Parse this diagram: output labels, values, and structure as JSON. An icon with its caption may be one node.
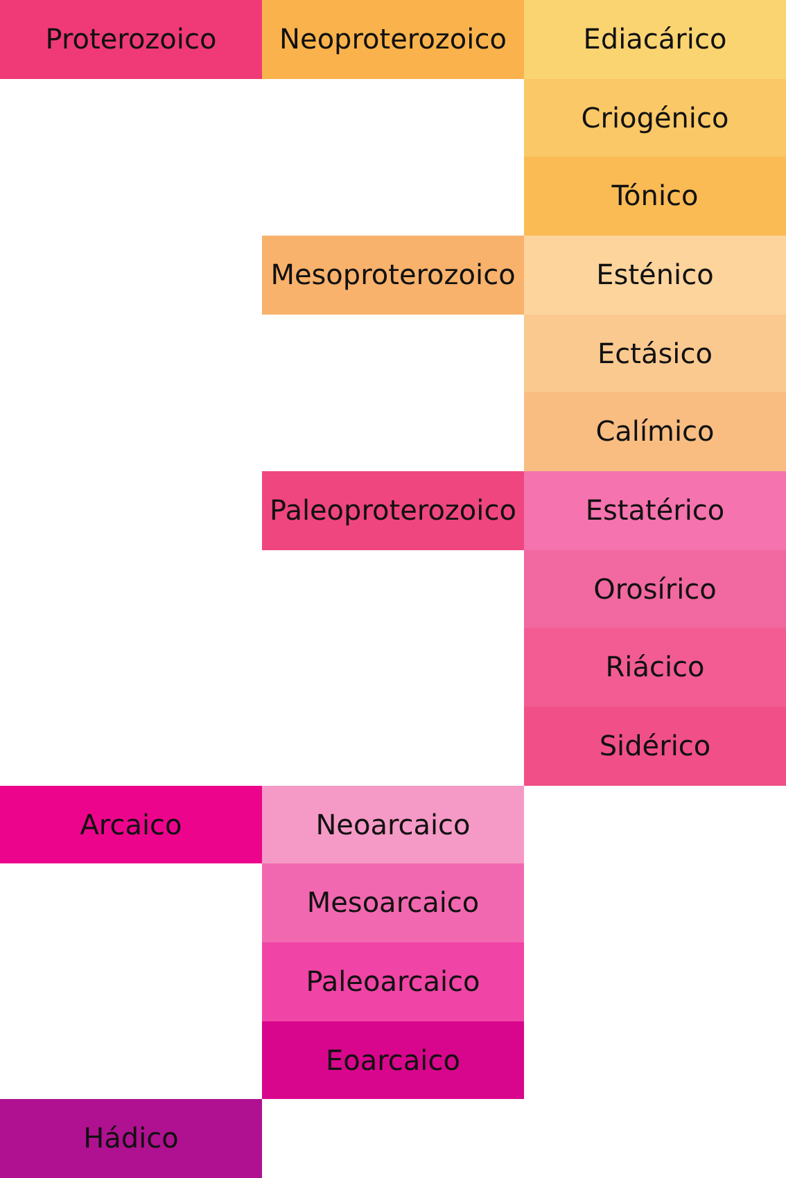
{
  "diagram": {
    "nodes": [
      {
        "text": [
          "Proterozoico"
        ]
      },
      {
        "text": [
          "Neoproterozoico"
        ]
      },
      {
        "text": [
          "Ediacárico"
        ]
      },
      {
        "text": [
          "Criogénico"
        ]
      },
      {
        "text": [
          "Tónico"
        ]
      },
      {
        "text": [
          "Mesoproterozoico"
        ]
      },
      {
        "text": [
          "Esténico"
        ]
      },
      {
        "text": [
          "Ectásico"
        ]
      },
      {
        "text": [
          "Calímico"
        ]
      },
      {
        "text": [
          "Paleoproterozoico"
        ]
      },
      {
        "text": [
          "Estatérico"
        ]
      },
      {
        "text": [
          "Orosírico"
        ]
      },
      {
        "text": [
          "Riácico"
        ]
      },
      {
        "text": [
          "Sidérico"
        ]
      },
      {
        "text": [
          "Arcaico"
        ]
      },
      {
        "text": [
          "Neoarcaico"
        ]
      },
      {
        "text": [
          "Mesoarcaico"
        ]
      },
      {
        "text": [
          "Paleoarcaico"
        ]
      },
      {
        "text": [
          "Eoarcaico"
        ]
      },
      {
        "text": [
          "Hádico"
        ]
      }
    ]
  }
}
